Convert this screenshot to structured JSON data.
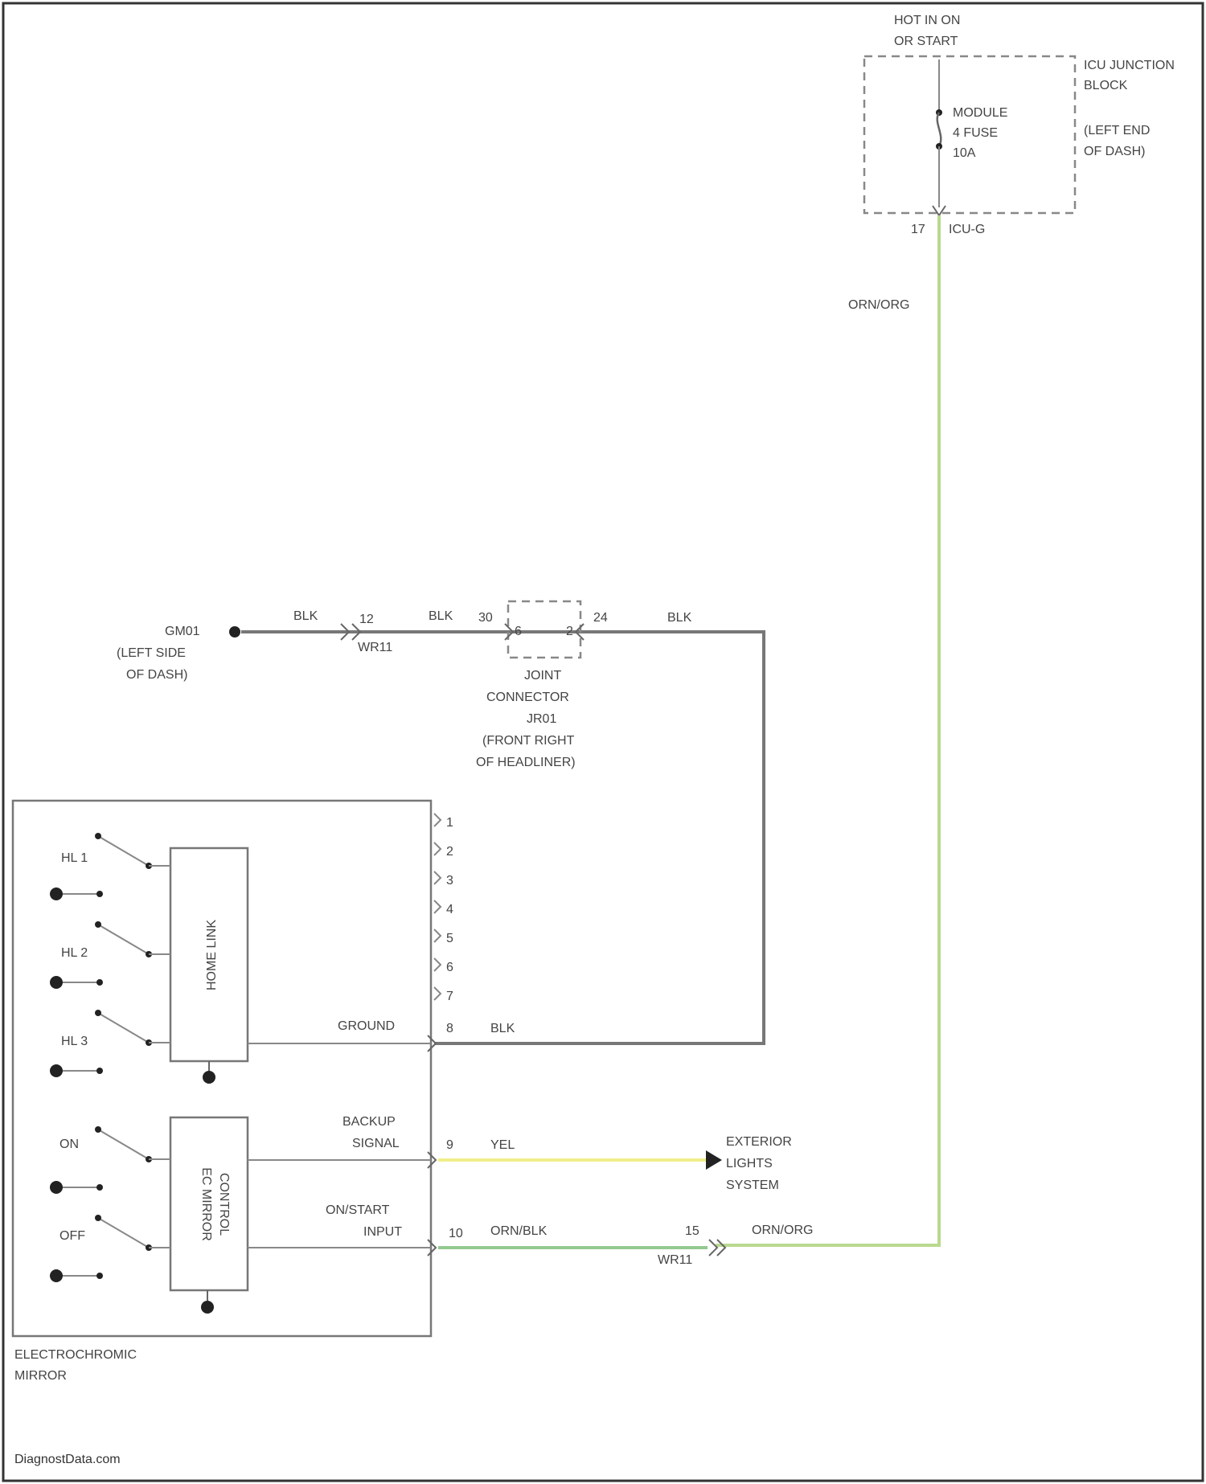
{
  "power": {
    "hot_line1": "HOT IN ON",
    "hot_line2": "OR START",
    "junction_line1": "ICU JUNCTION",
    "junction_line2": "BLOCK",
    "junction_loc1": "(LEFT END",
    "junction_loc2": "OF DASH)",
    "fuse_line1": "MODULE",
    "fuse_line2": "4 FUSE",
    "fuse_line3": "10A",
    "connector_pin": "17",
    "connector_id": "ICU-G"
  },
  "wires": {
    "org_org_top": "ORN/ORG",
    "blk_1": "BLK",
    "blk_2": "BLK",
    "blk_3": "BLK",
    "blk_ground": "BLK",
    "yel": "YEL",
    "orn_blk": "ORN/BLK",
    "org_org_bottom": "ORN/ORG"
  },
  "ground": {
    "line1": "GM01",
    "line2": "(LEFT SIDE",
    "line3": "OF DASH)"
  },
  "connectors": {
    "wr11_pin_top": "12",
    "wr11_top": "WR11",
    "joint_pin_left": "30",
    "joint_pin_inner_left": "6",
    "joint_pin_inner_right": "2",
    "joint_pin_right": "24",
    "joint_line1": "JOINT",
    "joint_line2": "CONNECTOR",
    "joint_line3": "JR01",
    "joint_line4": "(FRONT RIGHT",
    "joint_line5": "OF HEADLINER)",
    "wr11_pin_bottom": "15",
    "wr11_bottom": "WR11"
  },
  "mirror": {
    "pins": [
      "1",
      "2",
      "3",
      "4",
      "5",
      "6",
      "7",
      "8",
      "9",
      "10"
    ],
    "homelink": "HOME LINK",
    "ec_line1": "EC MIRROR",
    "ec_line2": "CONTROL",
    "switch_hl1": "HL 1",
    "switch_hl2": "HL 2",
    "switch_hl3": "HL 3",
    "switch_on": "ON",
    "switch_off": "OFF",
    "ground_label": "GROUND",
    "backup_line1": "BACKUP",
    "backup_line2": "SIGNAL",
    "onstart_line1": "ON/START",
    "onstart_line2": "INPUT",
    "name_line1": "ELECTROCHROMIC",
    "name_line2": "MIRROR"
  },
  "exterior": {
    "line1": "EXTERIOR",
    "line2": "LIGHTS",
    "line3": "SYSTEM"
  },
  "watermark": "DiagnostData.com",
  "colors": {
    "orn_org_wire": "#b9d98f",
    "yel_wire": "#f0ef8a",
    "orn_blk_wire": "#93c98f",
    "blk_wire": "#777777"
  }
}
